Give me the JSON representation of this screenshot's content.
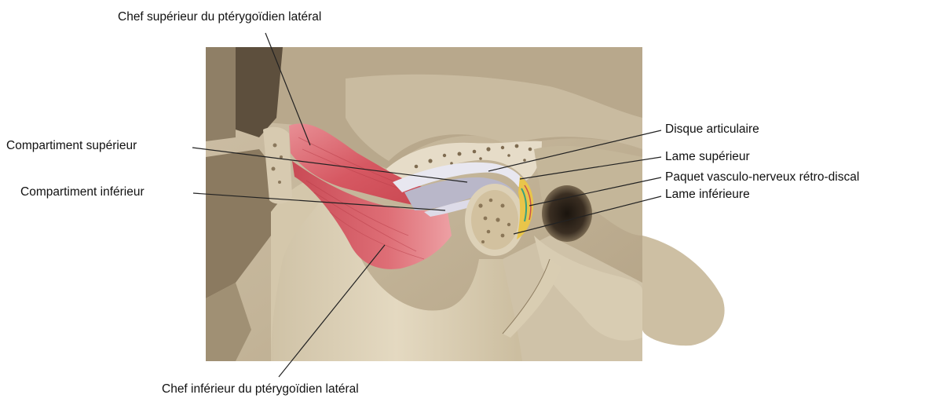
{
  "labels": {
    "chef_superieur": "Chef supérieur du ptérygoïdien latéral",
    "chef_inferieur": "Chef inférieur du ptérygoïdien latéral",
    "compartiment_superieur": "Compartiment supérieur",
    "compartiment_inferieur": "Compartiment inférieur",
    "disque_articulaire": "Disque articulaire",
    "lame_superieur": "Lame supérieur",
    "paquet_vasculo_nerveux": "Paquet vasculo-nerveux rétro-discal",
    "lame_inferieure": "Lame inférieure"
  },
  "colors": {
    "bone_light": "#d9ccb6",
    "bone_shadow": "#a8977c",
    "bone_dark": "#6e5f4b",
    "muscle": "#d9606a",
    "muscle_light": "#ea9aa0",
    "disc": "#b9b7c9",
    "cancellous": "#e6dcc8",
    "vessel_yellow": "#e9c54a",
    "leader_line": "#222222"
  }
}
